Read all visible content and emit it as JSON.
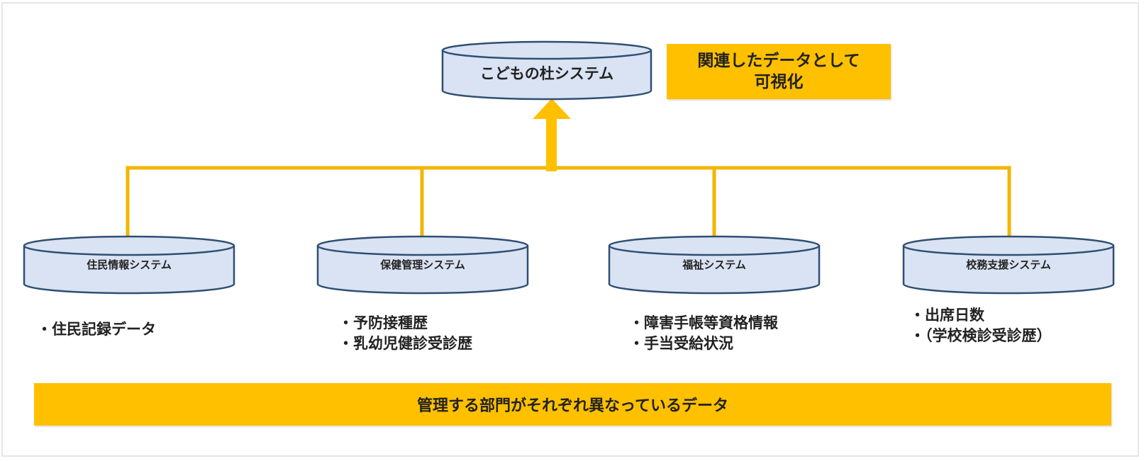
{
  "colors": {
    "accent": "#ffc000",
    "cylinder_fill": "#dae3f3",
    "cylinder_stroke": "#2f4f73",
    "text": "#222222",
    "frame_border": "#e6e6e6"
  },
  "top_system": {
    "label": "こどもの杜システム",
    "icon": "database-cylinder-icon"
  },
  "callout": {
    "line1": "関連したデータとして",
    "line2": "可視化"
  },
  "arrow": {
    "icon": "arrow-up-icon",
    "direction": "up"
  },
  "systems": [
    {
      "label": "住民情報システム",
      "items": [
        "・住民記録データ"
      ]
    },
    {
      "label": "保健管理システム",
      "items": [
        "・予防接種歴",
        "・乳幼児健診受診歴"
      ]
    },
    {
      "label": "福祉システム",
      "items": [
        "・障害手帳等資格情報",
        "・手当受給状況"
      ]
    },
    {
      "label": "校務支援システム",
      "items": [
        "・出席日数",
        "・（学校検診受診歴）"
      ]
    }
  ],
  "banner": {
    "text": "管理する部門がそれぞれ異なっているデータ"
  }
}
